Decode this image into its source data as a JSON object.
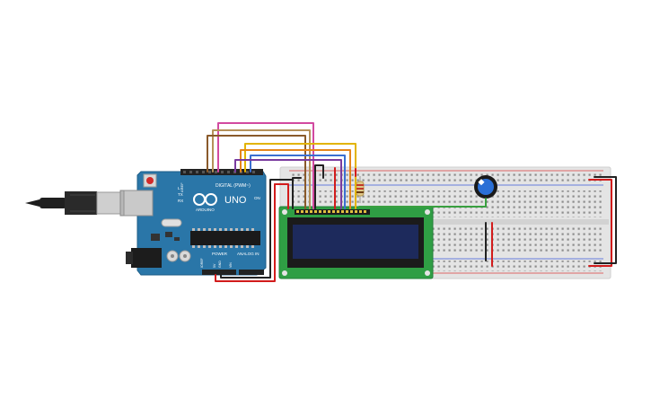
{
  "arduino": {
    "brand": "ARDUINO",
    "model": "UNO",
    "digital_label": "DIGITAL (PWM~)",
    "power_label": "POWER",
    "analog_label": "ANALOG IN",
    "aref_label": "AREF",
    "gnd_label": "GND",
    "ioref_label": "IOREF",
    "reset_label": "RESET",
    "v33_label": "3.3V",
    "v5_label": "5V",
    "vin_label": "VIN",
    "tx_label": "TX",
    "rx_label": "RX",
    "l_label": "L",
    "on_label": "ON"
  },
  "colors": {
    "board": "#2a76a8",
    "breadboard": "#e4e4e4",
    "lcd_pcb": "#2f9e44",
    "lcd_screen": "#1d2a5c",
    "wire_red": "#d21c1c",
    "wire_black": "#222222",
    "wire_green": "#3aa040",
    "wire_yellow": "#e2b400",
    "wire_orange": "#e6861a",
    "wire_purple": "#7a3b9e",
    "wire_brown": "#8a5a2b",
    "wire_pink": "#d24aa0",
    "wire_blue": "#3b6fd1"
  },
  "icons": {
    "usb": "usb-cable-icon",
    "pot": "potentiometer-icon",
    "resistor": "resistor-icon",
    "chip": "microcontroller-chip-icon"
  }
}
